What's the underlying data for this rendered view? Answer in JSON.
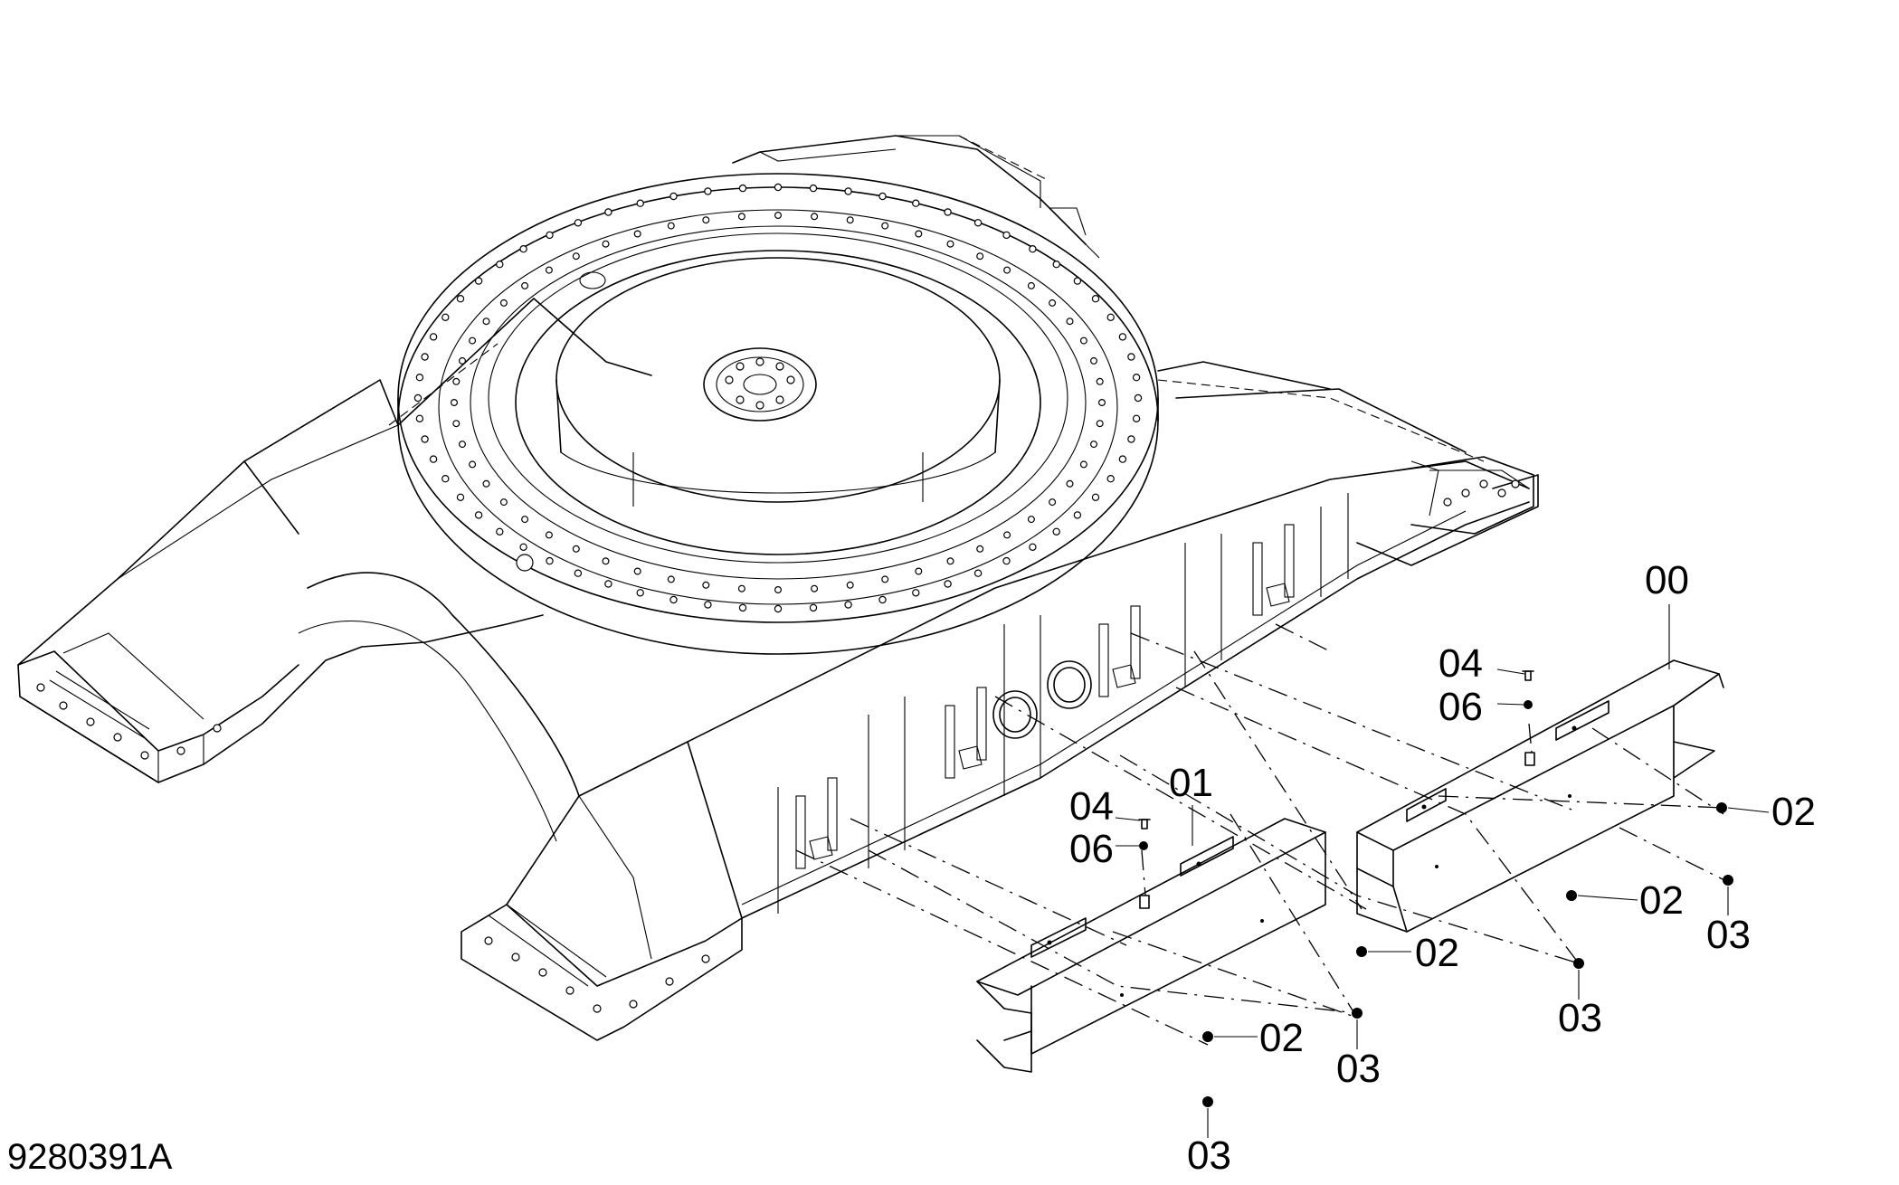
{
  "drawing_code": "9280391A",
  "callouts": [
    {
      "id": "c-00",
      "text": "00"
    },
    {
      "id": "c-01",
      "text": "01"
    },
    {
      "id": "c-04a",
      "text": "04"
    },
    {
      "id": "c-06a",
      "text": "06"
    },
    {
      "id": "c-04b",
      "text": "04"
    },
    {
      "id": "c-06b",
      "text": "06"
    },
    {
      "id": "c-02a",
      "text": "02"
    },
    {
      "id": "c-02b",
      "text": "02"
    },
    {
      "id": "c-02c",
      "text": "02"
    },
    {
      "id": "c-02d",
      "text": "02"
    },
    {
      "id": "c-03a",
      "text": "03"
    },
    {
      "id": "c-03b",
      "text": "03"
    },
    {
      "id": "c-03c",
      "text": "03"
    },
    {
      "id": "c-03d",
      "text": "03"
    }
  ]
}
